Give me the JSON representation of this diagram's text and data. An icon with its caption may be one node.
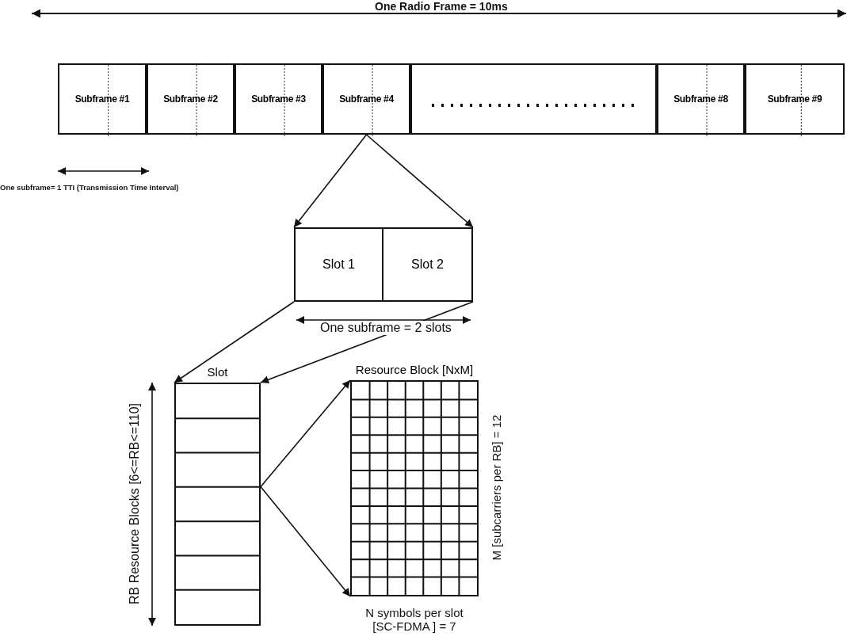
{
  "diagram": {
    "nodes": [
      {
        "text": [
          "Subframe #1"
        ]
      },
      {
        "text": [
          "Subframe #2"
        ]
      },
      {
        "text": [
          "Subframe #3"
        ]
      },
      {
        "text": [
          "Subframe #4"
        ]
      },
      {
        "text": [],
        "shape": "box"
      },
      {
        "text": [
          "Subframe #8"
        ]
      },
      {
        "text": [
          "Subframe #9"
        ]
      },
      {
        "text": [
          "Slot 1"
        ]
      },
      {
        "text": [
          "Slot 2"
        ]
      },
      {
        "text": [
          "Slot"
        ]
      },
      {
        "text": [
          "Resource Block [NxM]"
        ]
      }
    ],
    "edges": [
      {
        "from": 3,
        "to": 7,
        "arrow": "to"
      },
      {
        "from": 3,
        "to": 8,
        "arrow": "to"
      },
      {
        "from": 7,
        "to": 9,
        "arrow": "to"
      },
      {
        "from": 8,
        "to": 9,
        "arrow": "to"
      },
      {
        "from": 9,
        "to": 10,
        "arrow": "to"
      },
      {
        "from": 9,
        "to": 10,
        "arrow": "to"
      }
    ],
    "labels": [
      "One Radio Frame = 10ms",
      "One subframe= 1 TTI (Transmission Time Interval)",
      "One subframe = 2 slots",
      "RB Resource Blocks [6<=RB<=110]",
      "N symbols per slot [SC-FDMA ] = 7",
      "M [subcarriers per RB] = 12"
    ]
  }
}
